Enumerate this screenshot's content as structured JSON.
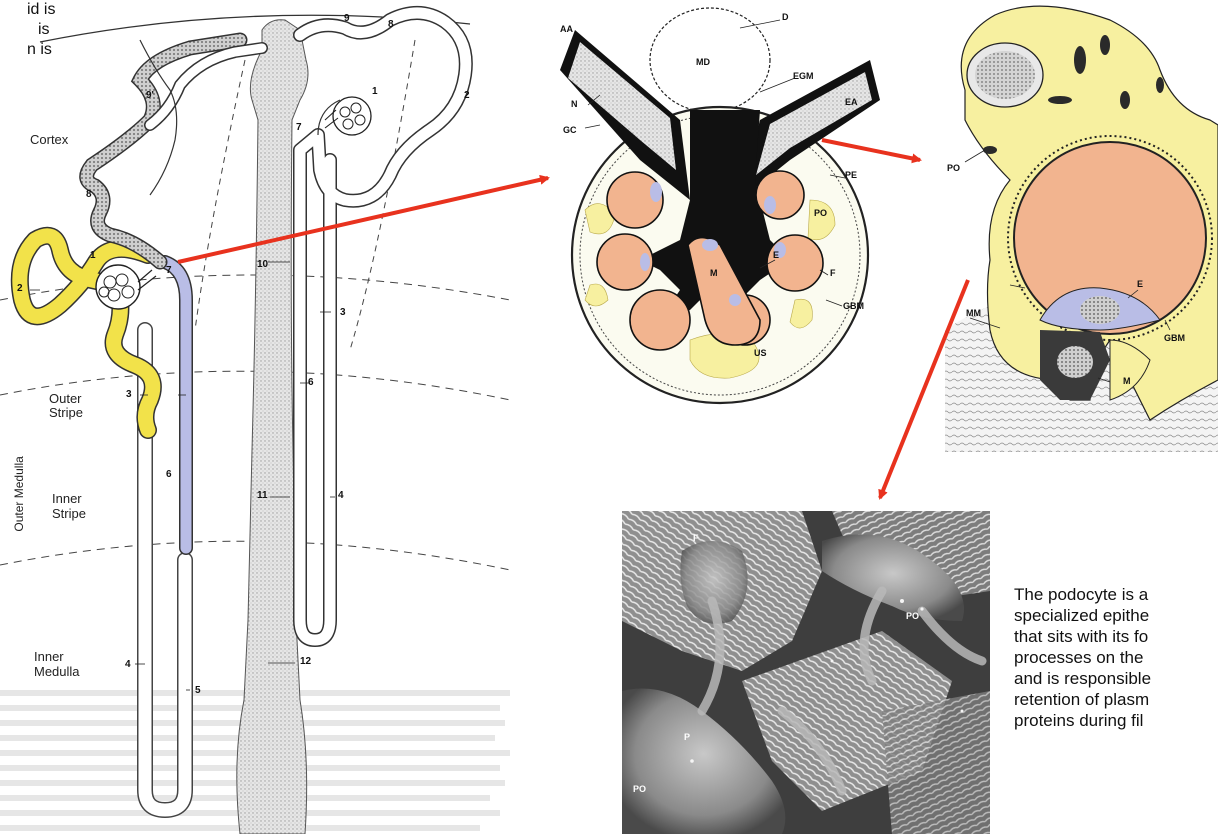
{
  "colors": {
    "proximal_tubule": "#f2e24a",
    "collecting_segment": "#b9bde6",
    "capillary_lumen": "#f2b48f",
    "podocyte_yellow": "#f7f0a0",
    "arrow_red": "#e8321e",
    "mesangium_black": "#111111"
  },
  "top_fragment": {
    "line1": "id is",
    "line2": "is",
    "line3": "n is"
  },
  "nephron": {
    "regions": {
      "cortex": "Cortex",
      "outer_stripe_1": "Outer",
      "outer_stripe_2": "Stripe",
      "inner_stripe_1": "Inner",
      "inner_stripe_2": "Stripe",
      "outer_medulla": "Outer Medulla",
      "inner_medulla_1": "Inner",
      "inner_medulla_2": "Medulla"
    },
    "numbers": {
      "n9a": "9",
      "n8a": "8",
      "n9b": "9'",
      "n7a": "7",
      "n1a": "1",
      "n2a": "2",
      "n8b": "8",
      "n1b": "1",
      "n7b": "7",
      "n2b": "2",
      "n10": "10",
      "n3a": "3",
      "n3b": "3",
      "n6a": "6",
      "n6b": "6",
      "n11": "11",
      "n4a": "4",
      "n4b": "4",
      "n12": "12",
      "n5": "5"
    }
  },
  "glomerulus": {
    "AA": "AA",
    "D": "D",
    "MD": "MD",
    "EGM": "EGM",
    "EA": "EA",
    "N": "N",
    "GC": "GC",
    "PE": "PE",
    "PO": "PO",
    "M": "M",
    "E": "E",
    "F": "F",
    "GBM": "GBM",
    "US": "US"
  },
  "capillary": {
    "PO": "PO",
    "E": "E",
    "MM": "MM",
    "GBM": "GBM",
    "M": "M"
  },
  "sem": {
    "F": "F",
    "PO1": "PO",
    "P": "P",
    "PO2": "PO"
  },
  "caption": {
    "line1": "The podocyte is a",
    "line2": "specialized epithe",
    "line3": "that sits with its fo",
    "line4": "processes on the",
    "line5": "and is responsible",
    "line6": "retention of plasm",
    "line7": "proteins during fil"
  }
}
